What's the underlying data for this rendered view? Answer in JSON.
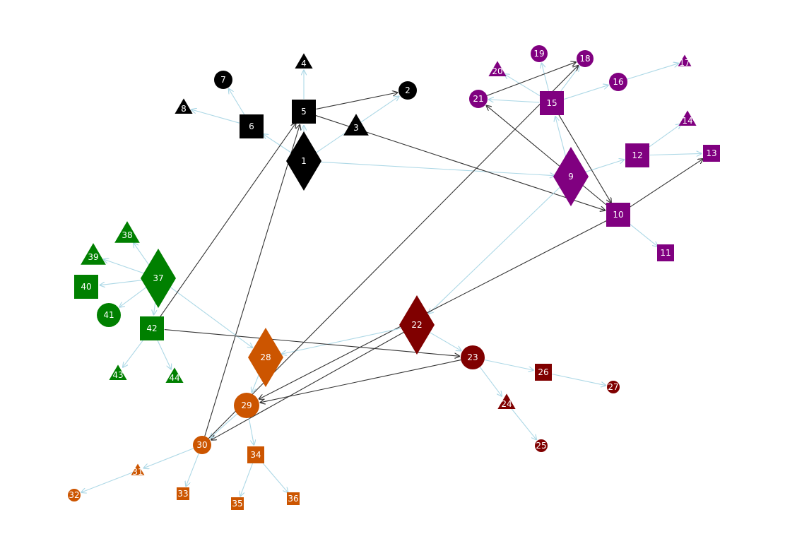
{
  "colors": {
    "black": "#000000",
    "purple": "#800080",
    "green": "#008000",
    "orange": "#cc5500",
    "maroon": "#800000",
    "edge_light": "#add8e6",
    "edge_dark": "#333333",
    "label": "#ffffff"
  },
  "nodes": [
    {
      "id": "1",
      "label": "1",
      "shape": "diamond",
      "group": "black"
    },
    {
      "id": "2",
      "label": "2",
      "shape": "circle",
      "group": "black"
    },
    {
      "id": "3",
      "label": "3",
      "shape": "triangle",
      "group": "black"
    },
    {
      "id": "4",
      "label": "4",
      "shape": "triangle",
      "group": "black"
    },
    {
      "id": "5",
      "label": "5",
      "shape": "square",
      "group": "black"
    },
    {
      "id": "6",
      "label": "6",
      "shape": "square",
      "group": "black"
    },
    {
      "id": "7",
      "label": "7",
      "shape": "circle",
      "group": "black"
    },
    {
      "id": "8",
      "label": "8",
      "shape": "triangle",
      "group": "black"
    },
    {
      "id": "9",
      "label": "9",
      "shape": "diamond",
      "group": "purple"
    },
    {
      "id": "10",
      "label": "10",
      "shape": "square",
      "group": "purple"
    },
    {
      "id": "11",
      "label": "11",
      "shape": "square",
      "group": "purple"
    },
    {
      "id": "12",
      "label": "12",
      "shape": "square",
      "group": "purple"
    },
    {
      "id": "13",
      "label": "13",
      "shape": "square",
      "group": "purple"
    },
    {
      "id": "14",
      "label": "14",
      "shape": "triangle",
      "group": "purple"
    },
    {
      "id": "15",
      "label": "15",
      "shape": "square",
      "group": "purple"
    },
    {
      "id": "16",
      "label": "16",
      "shape": "circle",
      "group": "purple"
    },
    {
      "id": "17",
      "label": "17",
      "shape": "triangle",
      "group": "purple"
    },
    {
      "id": "18",
      "label": "18",
      "shape": "circle",
      "group": "purple"
    },
    {
      "id": "19",
      "label": "19",
      "shape": "circle",
      "group": "purple"
    },
    {
      "id": "20",
      "label": "20",
      "shape": "triangle",
      "group": "purple"
    },
    {
      "id": "21",
      "label": "21",
      "shape": "circle",
      "group": "purple"
    },
    {
      "id": "22",
      "label": "22",
      "shape": "diamond",
      "group": "maroon"
    },
    {
      "id": "23",
      "label": "23",
      "shape": "circle",
      "group": "maroon"
    },
    {
      "id": "24",
      "label": "24",
      "shape": "triangle",
      "group": "maroon"
    },
    {
      "id": "25",
      "label": "25",
      "shape": "circle",
      "group": "maroon"
    },
    {
      "id": "26",
      "label": "26",
      "shape": "square",
      "group": "maroon"
    },
    {
      "id": "27",
      "label": "27",
      "shape": "circle",
      "group": "maroon"
    },
    {
      "id": "28",
      "label": "28",
      "shape": "diamond",
      "group": "orange"
    },
    {
      "id": "29",
      "label": "29",
      "shape": "circle",
      "group": "orange"
    },
    {
      "id": "30",
      "label": "30",
      "shape": "circle",
      "group": "orange"
    },
    {
      "id": "31",
      "label": "31",
      "shape": "triangle",
      "group": "orange"
    },
    {
      "id": "32",
      "label": "32",
      "shape": "circle",
      "group": "orange"
    },
    {
      "id": "33",
      "label": "33",
      "shape": "square",
      "group": "orange"
    },
    {
      "id": "34",
      "label": "34",
      "shape": "square",
      "group": "orange"
    },
    {
      "id": "35",
      "label": "35",
      "shape": "square",
      "group": "orange"
    },
    {
      "id": "36",
      "label": "36",
      "shape": "square",
      "group": "orange"
    },
    {
      "id": "37",
      "label": "37",
      "shape": "diamond",
      "group": "green"
    },
    {
      "id": "38",
      "label": "38",
      "shape": "triangle",
      "group": "green"
    },
    {
      "id": "39",
      "label": "39",
      "shape": "triangle",
      "group": "green"
    },
    {
      "id": "40",
      "label": "40",
      "shape": "square",
      "group": "green"
    },
    {
      "id": "41",
      "label": "41",
      "shape": "circle",
      "group": "green"
    },
    {
      "id": "42",
      "label": "42",
      "shape": "square",
      "group": "green"
    },
    {
      "id": "43",
      "label": "43",
      "shape": "triangle",
      "group": "green"
    },
    {
      "id": "44",
      "label": "44",
      "shape": "triangle",
      "group": "green"
    }
  ],
  "edges": [
    {
      "from": "1",
      "to": "5",
      "style": "light"
    },
    {
      "from": "1",
      "to": "6",
      "style": "light"
    },
    {
      "from": "1",
      "to": "2",
      "style": "light"
    },
    {
      "from": "1",
      "to": "9",
      "style": "light"
    },
    {
      "from": "5",
      "to": "4",
      "style": "light"
    },
    {
      "from": "5",
      "to": "2",
      "style": "dark"
    },
    {
      "from": "5",
      "to": "10",
      "style": "dark"
    },
    {
      "from": "6",
      "to": "7",
      "style": "light"
    },
    {
      "from": "6",
      "to": "8",
      "style": "light"
    },
    {
      "from": "9",
      "to": "15",
      "style": "light"
    },
    {
      "from": "9",
      "to": "12",
      "style": "light"
    },
    {
      "from": "9",
      "to": "22",
      "style": "light"
    },
    {
      "from": "10",
      "to": "21",
      "style": "dark"
    },
    {
      "from": "10",
      "to": "13",
      "style": "dark"
    },
    {
      "from": "10",
      "to": "11",
      "style": "light"
    },
    {
      "from": "10",
      "to": "29",
      "style": "dark"
    },
    {
      "from": "12",
      "to": "13",
      "style": "light"
    },
    {
      "from": "12",
      "to": "14",
      "style": "light"
    },
    {
      "from": "15",
      "to": "21",
      "style": "light"
    },
    {
      "from": "15",
      "to": "20",
      "style": "light"
    },
    {
      "from": "15",
      "to": "19",
      "style": "light"
    },
    {
      "from": "15",
      "to": "18",
      "style": "light"
    },
    {
      "from": "15",
      "to": "16",
      "style": "light"
    },
    {
      "from": "15",
      "to": "10",
      "style": "dark"
    },
    {
      "from": "16",
      "to": "17",
      "style": "light"
    },
    {
      "from": "21",
      "to": "18",
      "style": "dark"
    },
    {
      "from": "22",
      "to": "23",
      "style": "light"
    },
    {
      "from": "22",
      "to": "28",
      "style": "light"
    },
    {
      "from": "22",
      "to": "30",
      "style": "dark"
    },
    {
      "from": "23",
      "to": "24",
      "style": "light"
    },
    {
      "from": "23",
      "to": "26",
      "style": "light"
    },
    {
      "from": "23",
      "to": "29",
      "style": "dark"
    },
    {
      "from": "24",
      "to": "25",
      "style": "light"
    },
    {
      "from": "26",
      "to": "27",
      "style": "light"
    },
    {
      "from": "28",
      "to": "29",
      "style": "light"
    },
    {
      "from": "29",
      "to": "34",
      "style": "light"
    },
    {
      "from": "29",
      "to": "30",
      "style": "light"
    },
    {
      "from": "30",
      "to": "31",
      "style": "light"
    },
    {
      "from": "30",
      "to": "33",
      "style": "light"
    },
    {
      "from": "30",
      "to": "5",
      "style": "dark"
    },
    {
      "from": "30",
      "to": "18",
      "style": "dark"
    },
    {
      "from": "31",
      "to": "32",
      "style": "light"
    },
    {
      "from": "34",
      "to": "35",
      "style": "light"
    },
    {
      "from": "34",
      "to": "36",
      "style": "light"
    },
    {
      "from": "37",
      "to": "38",
      "style": "light"
    },
    {
      "from": "37",
      "to": "39",
      "style": "light"
    },
    {
      "from": "37",
      "to": "40",
      "style": "light"
    },
    {
      "from": "37",
      "to": "41",
      "style": "light"
    },
    {
      "from": "37",
      "to": "42",
      "style": "light"
    },
    {
      "from": "37",
      "to": "28",
      "style": "light"
    },
    {
      "from": "42",
      "to": "43",
      "style": "light"
    },
    {
      "from": "42",
      "to": "44",
      "style": "light"
    },
    {
      "from": "42",
      "to": "5",
      "style": "dark"
    },
    {
      "from": "42",
      "to": "23",
      "style": "dark"
    }
  ]
}
